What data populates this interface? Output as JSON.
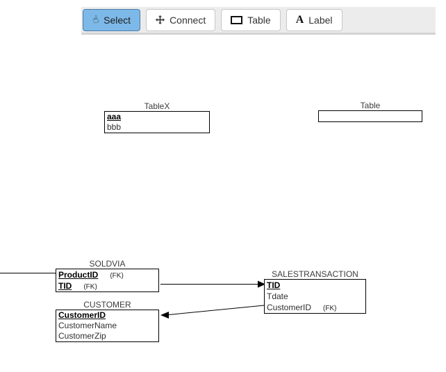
{
  "toolbar": {
    "buttons": [
      {
        "label": "Select",
        "icon": "hand-pointer-icon",
        "active": true
      },
      {
        "label": "Connect",
        "icon": "move-icon",
        "active": false
      },
      {
        "label": "Table",
        "icon": "rectangle-icon",
        "active": false
      },
      {
        "label": "Label",
        "icon": "letter-a-icon",
        "active": false
      }
    ]
  },
  "colors": {
    "active_button_bg": "#7db9e8",
    "active_button_border": "#4a7ba6",
    "toolbar_bg": "#ececec",
    "toolbar_border": "#d3d3d3",
    "button_border": "#c6c6c6",
    "table_border": "#000000",
    "connector": "#000000"
  },
  "diagram": {
    "tables": [
      {
        "title": "TableX",
        "fields": [
          {
            "name": "aaa",
            "key": true,
            "tag": ""
          },
          {
            "name": "bbb",
            "key": false,
            "tag": ""
          }
        ]
      },
      {
        "title": "Table",
        "fields": []
      },
      {
        "title": "SOLDVIA",
        "fields": [
          {
            "name": "ProductID",
            "key": true,
            "tag": "(FK)"
          },
          {
            "name": "TID",
            "key": true,
            "tag": "(FK)"
          }
        ]
      },
      {
        "title": "SALESTRANSACTION",
        "fields": [
          {
            "name": "TID",
            "key": true,
            "tag": ""
          },
          {
            "name": "Tdate",
            "key": false,
            "tag": ""
          },
          {
            "name": "CustomerID",
            "key": false,
            "tag": "(FK)"
          }
        ]
      },
      {
        "title": "CUSTOMER",
        "fields": [
          {
            "name": "CustomerID",
            "key": true,
            "tag": ""
          },
          {
            "name": "CustomerName",
            "key": false,
            "tag": ""
          },
          {
            "name": "CustomerZip",
            "key": false,
            "tag": ""
          }
        ]
      }
    ],
    "connections": [
      {
        "from": "offscreen-left",
        "to": "SOLDVIA.ProductID",
        "arrow": "none"
      },
      {
        "from": "SOLDVIA.TID",
        "to": "SALESTRANSACTION.TID",
        "arrow": "target"
      },
      {
        "from": "SALESTRANSACTION.CustomerID",
        "to": "CUSTOMER.CustomerID",
        "arrow": "target"
      }
    ]
  }
}
